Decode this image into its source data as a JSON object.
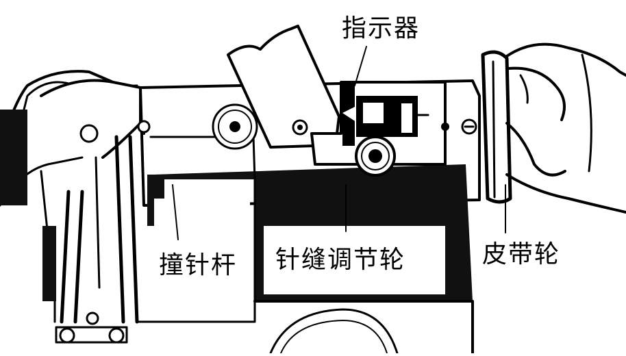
{
  "labels": {
    "indicator": "指示器",
    "stitch_wheel": "针缝调节轮",
    "belt_wheel": "皮带轮",
    "ram_rod": "撞针杆"
  },
  "colors": {
    "ink": "#000000",
    "paper": "#ffffff"
  }
}
